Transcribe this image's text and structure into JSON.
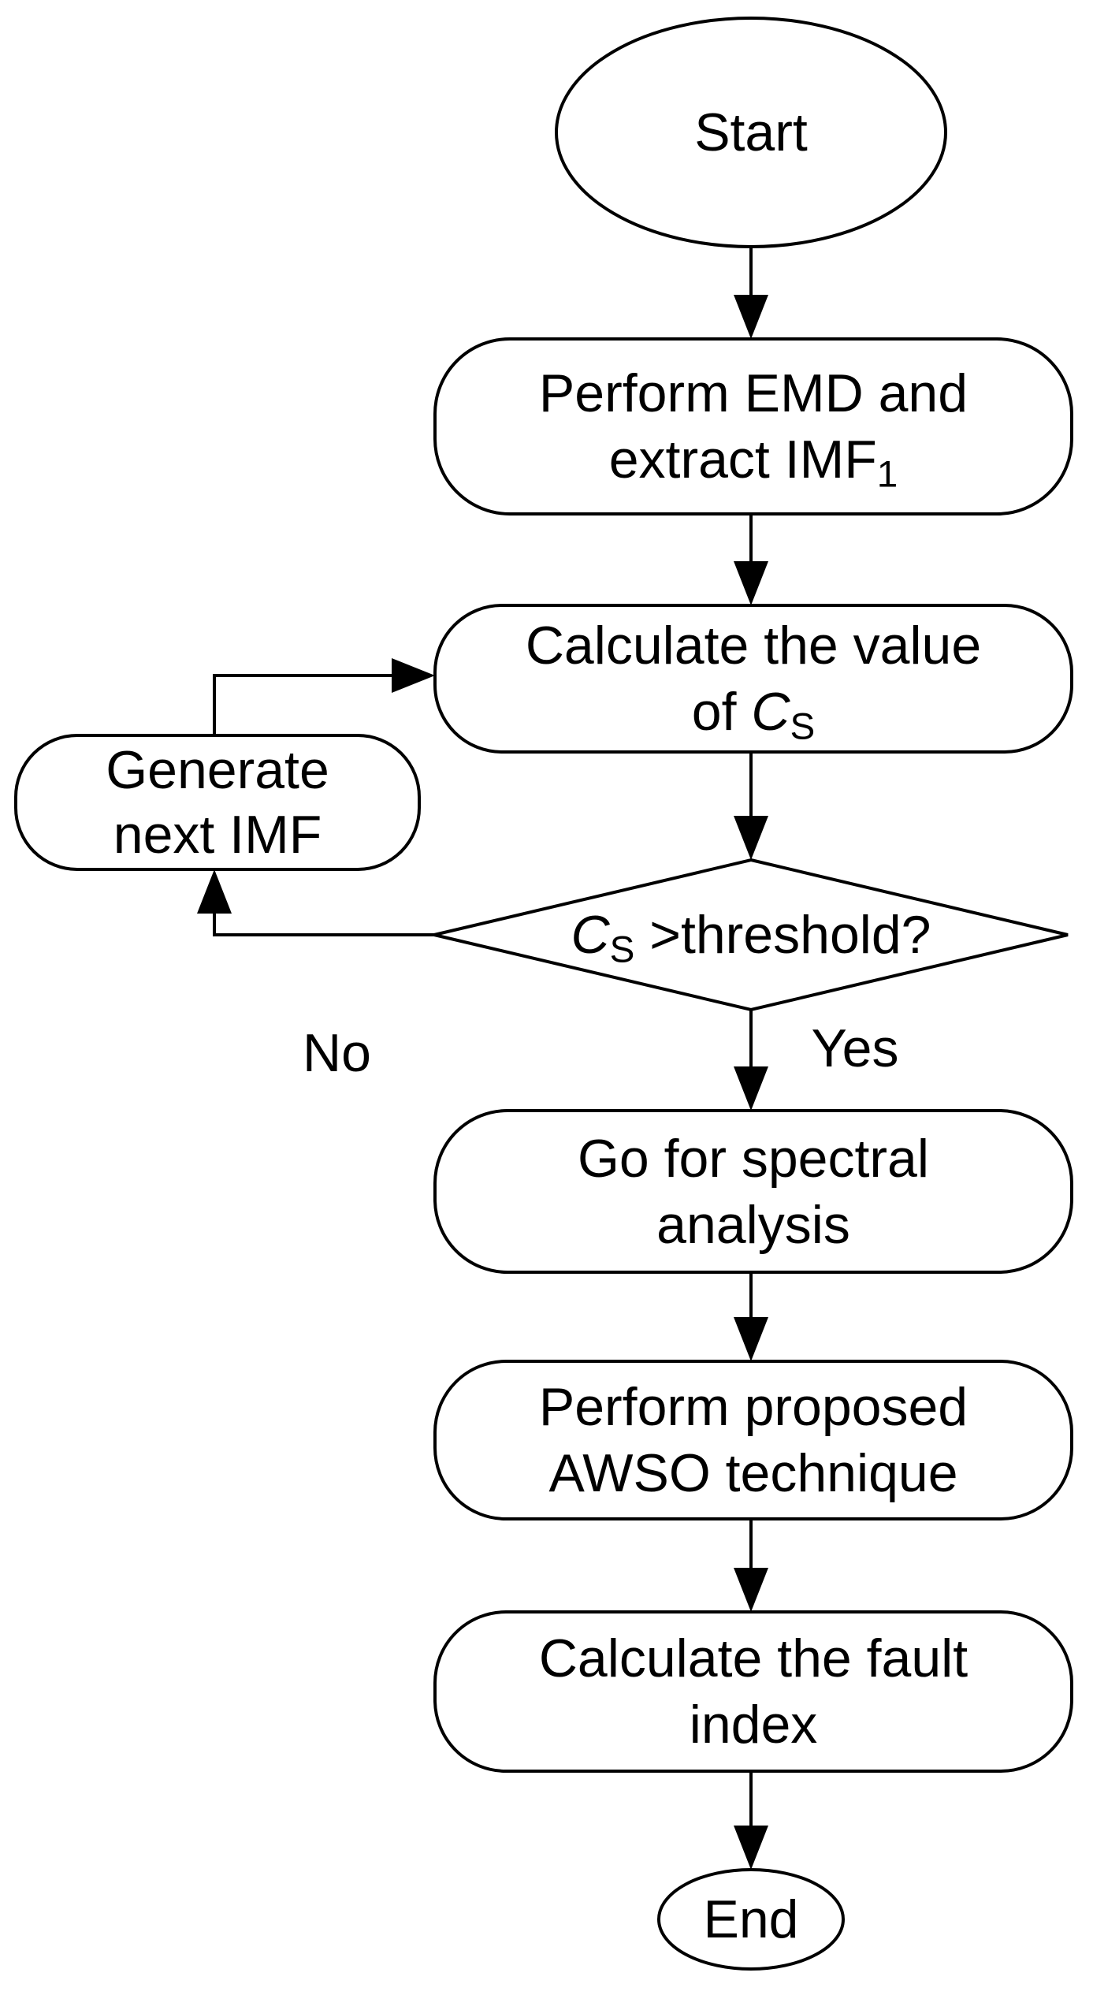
{
  "figure": {
    "type": "flowchart",
    "background": "#ffffff",
    "stroke_color": "#000000",
    "text_color": "#000000"
  },
  "nodes": {
    "start": {
      "shape": "ellipse",
      "label": "Start"
    },
    "emd": {
      "shape": "rounded-process",
      "line1": "Perform EMD and",
      "line2_main": "extract IMF",
      "line2_sub": "1"
    },
    "calc": {
      "shape": "rounded-process",
      "line1": "Calculate the value",
      "line2_pre": "of ",
      "line2_var": "C",
      "line2_sub": "S"
    },
    "decision": {
      "shape": "diamond",
      "var": "C",
      "var_sub": "S",
      "rest": " >threshold?"
    },
    "generate": {
      "shape": "rounded-process",
      "line1": "Generate",
      "line2": "next IMF"
    },
    "go": {
      "shape": "rounded-process",
      "line1": "Go for spectral",
      "line2": "analysis"
    },
    "awso": {
      "shape": "rounded-process",
      "line1": "Perform proposed",
      "line2": "AWSO technique"
    },
    "fault": {
      "shape": "rounded-process",
      "line1": "Calculate the fault",
      "line2": "index"
    },
    "end": {
      "shape": "ellipse",
      "label": "End"
    }
  },
  "edge_labels": {
    "yes": "Yes",
    "no": "No"
  }
}
